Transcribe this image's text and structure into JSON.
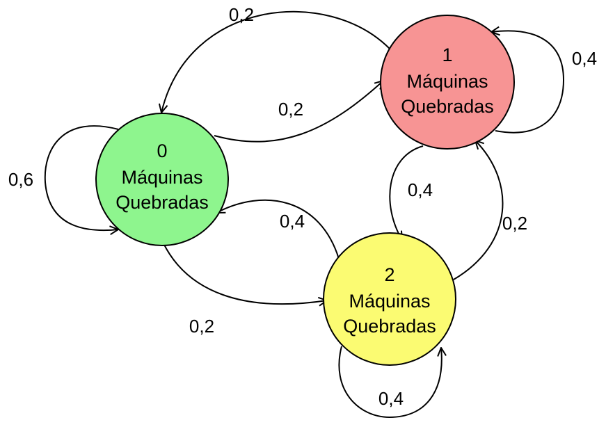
{
  "colors": {
    "state0": "#8ef58e",
    "state1": "#f79494",
    "state2": "#fbfb72",
    "stroke": "#000000"
  },
  "states": [
    {
      "number": "0",
      "line1": "Máquinas",
      "line2": "Quebradas"
    },
    {
      "number": "1",
      "line1": "Máquinas",
      "line2": "Quebradas"
    },
    {
      "number": "2",
      "line1": "Máquinas",
      "line2": "Quebradas"
    }
  ],
  "transitions": {
    "s0_to_s0": "0,6",
    "s0_to_s1": "0,2",
    "s0_to_s2": "0,2",
    "s1_to_s0": "0,2",
    "s1_to_s1": "0,4",
    "s1_to_s2": "0,4",
    "s2_to_s0": "0,4",
    "s2_to_s1": "0,2",
    "s2_to_s2": "0,4"
  }
}
